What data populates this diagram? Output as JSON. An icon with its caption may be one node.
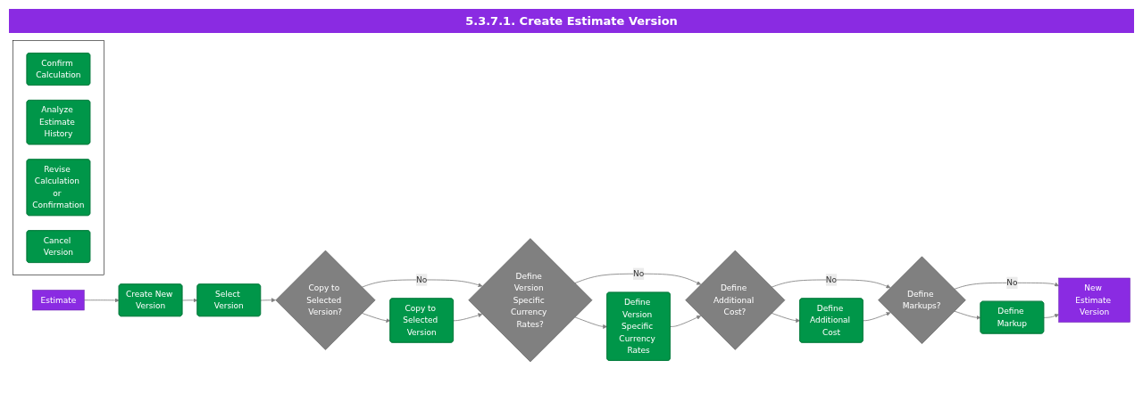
{
  "diagram": {
    "title": "5.3.7.1. Create Estimate Version",
    "nodes": [
      {
        "text": [
          "Estimate"
        ]
      },
      {
        "text": [
          "Create New Version"
        ]
      },
      {
        "text": [
          "Select Version"
        ]
      },
      {
        "text": [
          "Copy to Selected Version?"
        ]
      },
      {
        "text": [
          "Copy to Selected Version"
        ]
      },
      {
        "text": [
          "Define Version Specific Currency Rates?"
        ]
      },
      {
        "text": [
          "Define Version Specific Currency Rates"
        ]
      },
      {
        "text": [
          "Define Additional Cost?"
        ]
      },
      {
        "text": [
          "Define Additional Cost"
        ]
      },
      {
        "text": [
          "Define Markups?"
        ]
      },
      {
        "text": [
          "Define Markup"
        ]
      },
      {
        "text": [
          "New Estimate Version"
        ]
      },
      {
        "text": [],
        "shape": "box"
      },
      {
        "text": [
          "Confirm Calculation"
        ],
        "in": 12
      },
      {
        "text": [
          "Analyze Estimate History"
        ],
        "in": 12
      },
      {
        "text": [
          "Revise Calculation or Confirmation"
        ],
        "in": 12
      },
      {
        "text": [
          "Cancel Version"
        ],
        "in": 12
      }
    ],
    "edges": [
      {
        "from": 0,
        "to": 1,
        "arrow": "to"
      },
      {
        "from": 1,
        "to": 2,
        "arrow": "to"
      },
      {
        "from": 2,
        "to": 3,
        "arrow": "to"
      },
      {
        "from": 3,
        "to": 5,
        "arrow": "to",
        "label": "No"
      },
      {
        "from": 3,
        "to": 4,
        "arrow": "to"
      },
      {
        "from": 4,
        "to": 5,
        "arrow": "to"
      },
      {
        "from": 5,
        "to": 7,
        "arrow": "to",
        "label": "No"
      },
      {
        "from": 5,
        "to": 6,
        "arrow": "to"
      },
      {
        "from": 6,
        "to": 7,
        "arrow": "to"
      },
      {
        "from": 7,
        "to": 9,
        "arrow": "to",
        "label": "No"
      },
      {
        "from": 7,
        "to": 8,
        "arrow": "to"
      },
      {
        "from": 8,
        "to": 9,
        "arrow": "to"
      },
      {
        "from": 9,
        "to": 11,
        "arrow": "to",
        "label": "No"
      },
      {
        "from": 9,
        "to": 10,
        "arrow": "to"
      },
      {
        "from": 10,
        "to": 11,
        "arrow": "to"
      }
    ]
  }
}
